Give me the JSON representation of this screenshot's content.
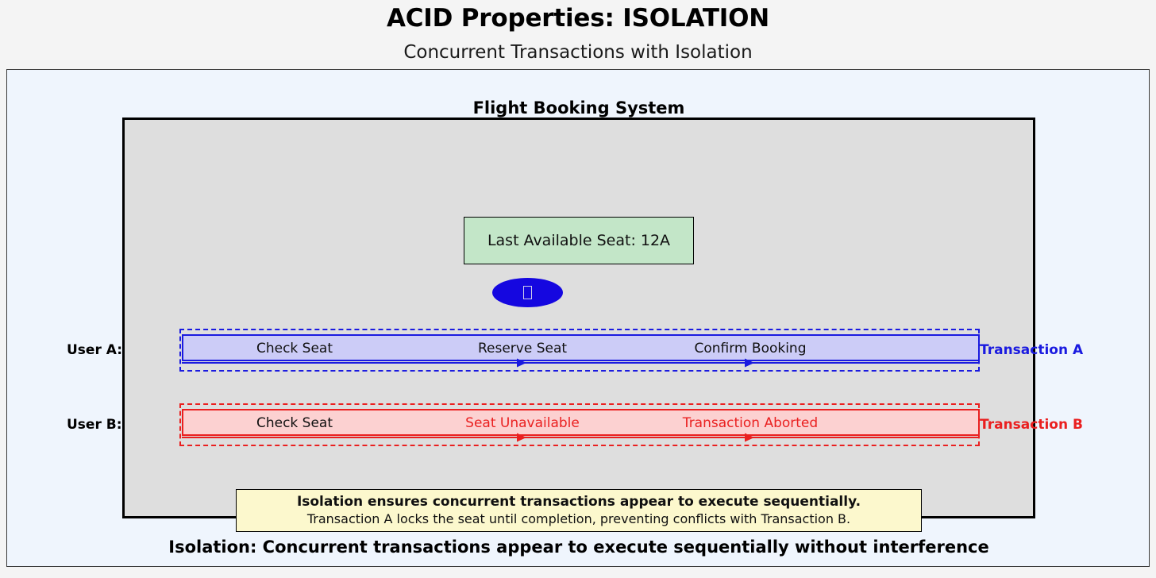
{
  "header": {
    "title": "ACID Properties: ISOLATION",
    "subtitle": "Concurrent Transactions with Isolation"
  },
  "diagram": {
    "system_title": "Flight Booking System",
    "seat_box": {
      "label": "Last Available Seat: 12A",
      "fill_color": "#c3e6c8",
      "border_color": "#000000"
    },
    "lock": {
      "icon_name": "lock-icon",
      "glyph": "\u0000",
      "fill_color": "#1507e0"
    },
    "transactions": [
      {
        "user_label": "User A:",
        "side_label": "Transaction A",
        "color": "#1a1ae0",
        "fill_color": "#ccccf7",
        "steps": [
          {
            "text": "Check Seat",
            "color": "dark"
          },
          {
            "text": "Reserve Seat",
            "color": "dark"
          },
          {
            "text": "Confirm Booking",
            "color": "dark"
          }
        ]
      },
      {
        "user_label": "User B:",
        "side_label": "Transaction B",
        "color": "#ea2020",
        "fill_color": "#fcd1d1",
        "steps": [
          {
            "text": "Check Seat",
            "color": "dark"
          },
          {
            "text": "Seat Unavailable",
            "color": "red"
          },
          {
            "text": "Transaction Aborted",
            "color": "red"
          }
        ]
      }
    ],
    "note": {
      "line1": "Isolation ensures concurrent transactions appear to execute sequentially.",
      "line2": "Transaction A locks the seat until completion, preventing conflicts with Transaction B.",
      "fill_color": "#fcf8cd"
    },
    "caption": "Isolation: Concurrent transactions appear to execute sequentially without interference",
    "canvas_color": "#eff5fd",
    "system_color": "#dedede"
  }
}
